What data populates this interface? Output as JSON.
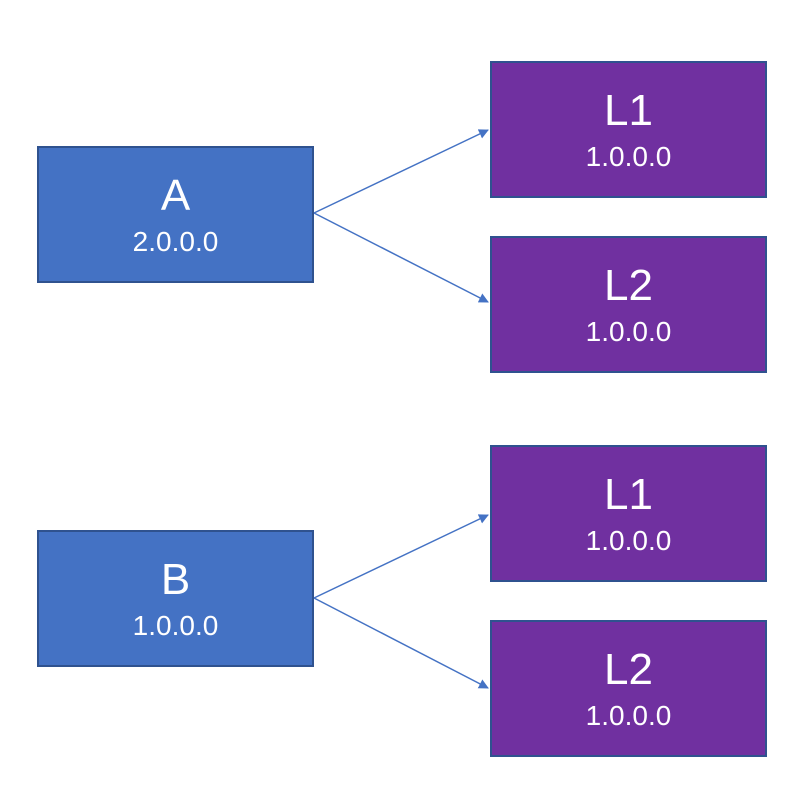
{
  "colors": {
    "parent_fill": "#4472C4",
    "child_fill": "#7030A0",
    "border": "#2F528F",
    "arrow": "#4472C4",
    "text": "#FFFFFF"
  },
  "groups": [
    {
      "parent": {
        "name": "A",
        "version": "2.0.0.0"
      },
      "children": [
        {
          "name": "L1",
          "version": "1.0.0.0"
        },
        {
          "name": "L2",
          "version": "1.0.0.0"
        }
      ]
    },
    {
      "parent": {
        "name": "B",
        "version": "1.0.0.0"
      },
      "children": [
        {
          "name": "L1",
          "version": "1.0.0.0"
        },
        {
          "name": "L2",
          "version": "1.0.0.0"
        }
      ]
    }
  ]
}
